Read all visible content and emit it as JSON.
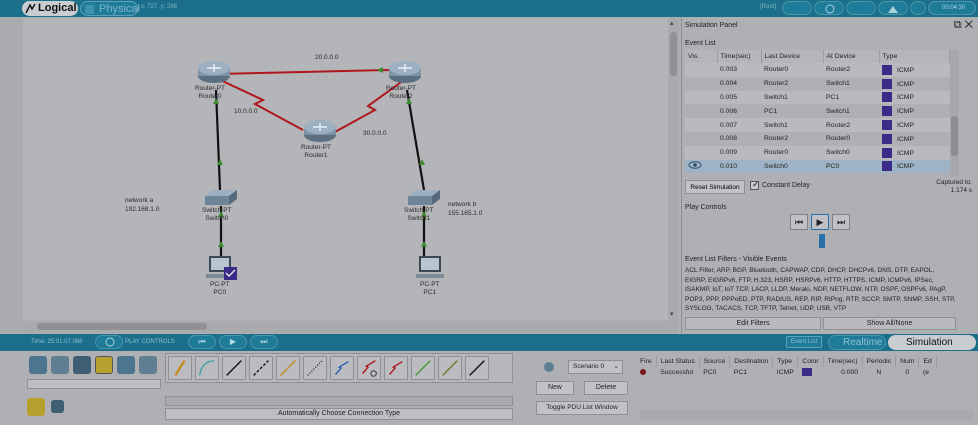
{
  "topbar": {
    "logical_tab": "Logical",
    "physical_tab": "Physical",
    "coords": "x: 727, y: 266",
    "root": "[Root]",
    "clock": "00:04:30"
  },
  "topology": {
    "devices": [
      {
        "model": "Router-PT",
        "name": "Router0"
      },
      {
        "model": "Router-PT",
        "name": "Router2"
      },
      {
        "model": "Router-PT",
        "name": "Router1"
      },
      {
        "model": "Switch-PT",
        "name": "Switch0"
      },
      {
        "model": "Switch-PT",
        "name": "Switch1"
      },
      {
        "model": "PC-PT",
        "name": "PC0"
      },
      {
        "model": "PC-PT",
        "name": "PC1"
      }
    ],
    "networks": [
      "20.0.0.0",
      "10.0.0.0",
      "30.0.0.0"
    ],
    "notes": [
      {
        "title": "network a",
        "address": "192.168.1.0"
      },
      {
        "title": "network b",
        "address": "155.165.1.0"
      }
    ]
  },
  "sim_panel": {
    "title": "Simulation Panel",
    "event_list_label": "Event List",
    "columns": [
      "Vis.",
      "Time(sec)",
      "Last Device",
      "At Device",
      "Type"
    ],
    "events": [
      {
        "time": "0.003",
        "last": "Router0",
        "at": "Router2",
        "type": "ICMP"
      },
      {
        "time": "0.004",
        "last": "Router2",
        "at": "Switch1",
        "type": "ICMP"
      },
      {
        "time": "0.005",
        "last": "Switch1",
        "at": "PC1",
        "type": "ICMP"
      },
      {
        "time": "0.006",
        "last": "PC1",
        "at": "Switch1",
        "type": "ICMP"
      },
      {
        "time": "0.007",
        "last": "Switch1",
        "at": "Router2",
        "type": "ICMP"
      },
      {
        "time": "0.008",
        "last": "Router2",
        "at": "Router0",
        "type": "ICMP"
      },
      {
        "time": "0.009",
        "last": "Router0",
        "at": "Switch0",
        "type": "ICMP"
      },
      {
        "time": "0.010",
        "last": "Switch0",
        "at": "PC0",
        "type": "ICMP"
      }
    ],
    "icmp_color": "#3d2b8a",
    "reset_button": "Reset Simulation",
    "constant_delay": "Constant Delay",
    "captured_label": "Captured to:",
    "captured_value": "1.174 s",
    "play_controls_label": "Play Controls",
    "filters_label": "Event List Filters - Visible Events",
    "filters_text": "ACL Filter, ARP, BGP, Bluetooth, CAPWAP, CDP, DHCP, DHCPv6, DNS, DTP, EAPOL, EIGRP, EIGRPv6, FTP, H.323, HSRP, HSRPv6, HTTP, HTTPS, ICMP, ICMPv6, IPSec, ISAKMP, IoT, IoT TCP, LACP, LLDP, Meraki, NDP, NETFLOW, NTP, OSPF, OSPFv6, PAgP, POP3, PPP, PPPoED, PTP, RADIUS, REP, RIP, RIPng, RTP, SCCP, SMTP, SNMP, SSH, STP, SYSLOG, TACACS, TCP, TFTP, Telnet, UDP, USB, VTP",
    "edit_filters": "Edit Filters",
    "show_all": "Show All/None"
  },
  "statusbar": {
    "time": "Time: 25:01:07.088",
    "play_controls": "PLAY CONTROLS",
    "event_list": "Event List",
    "realtime": "Realtime",
    "simulation": "Simulation"
  },
  "bottom": {
    "connection_name": "Automatically Choose Connection Type",
    "scenario": "Scenario 0",
    "new": "New",
    "delete": "Delete",
    "toggle_pdu": "Toggle PDU List Window",
    "pdu_columns": [
      "Fire",
      "Last Status",
      "Source",
      "Destination",
      "Type",
      "Color",
      "Time(sec)",
      "Periodic",
      "Num",
      "Ed"
    ],
    "pdu_rows": [
      {
        "status": "Successful",
        "source": "PC0",
        "destination": "PC1",
        "type": "ICMP",
        "time": "0.000",
        "periodic": "N",
        "num": "0",
        "ed": "(e"
      }
    ]
  }
}
